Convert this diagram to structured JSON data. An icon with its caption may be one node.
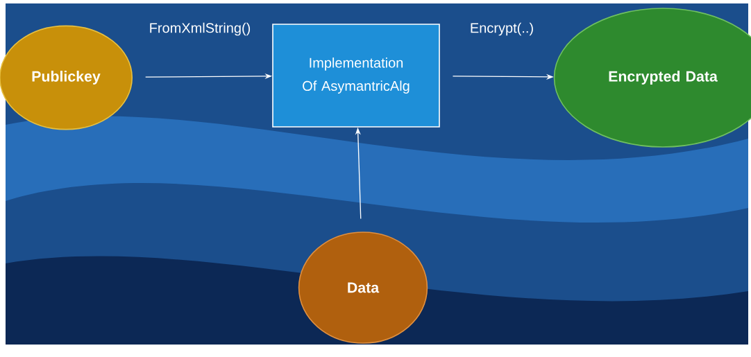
{
  "diagram": {
    "nodes": [
      {
        "text": [
          "Publickey"
        ]
      },
      {
        "text": [
          "Implementation Of AsymantricAlg"
        ]
      },
      {
        "text": [
          "Encrypted Data"
        ]
      },
      {
        "text": [
          "Data"
        ]
      }
    ],
    "edges": [
      {
        "from": 0,
        "to": 1,
        "arrow": "to",
        "label": "FromXmlString()"
      },
      {
        "from": 1,
        "to": 2,
        "arrow": "to",
        "label": "Encrypt(..)"
      },
      {
        "from": 3,
        "to": 1,
        "arrow": "to"
      }
    ]
  }
}
